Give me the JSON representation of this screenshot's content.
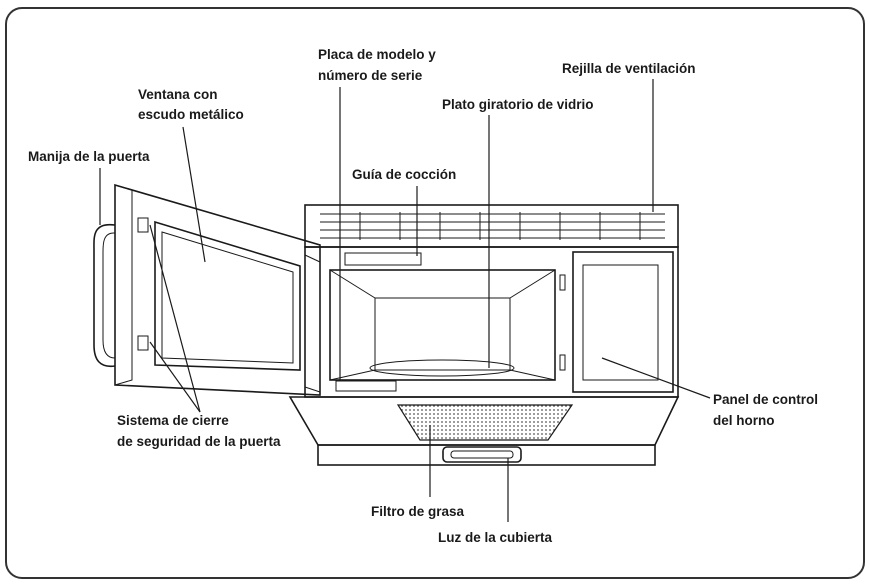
{
  "labels": {
    "model_plate_1": "Placa de modelo y",
    "model_plate_2": "número de serie",
    "vent_grille": "Rejilla de ventilación",
    "window_1": "Ventana con",
    "window_2": "escudo metálico",
    "turntable": "Plato giratorio de vidrio",
    "door_handle": "Manija de la puerta",
    "cooking_guide": "Guía de cocción",
    "control_panel_1": "Panel de control",
    "control_panel_2": "del horno",
    "interlock_1": "Sistema de cierre",
    "interlock_2": "de seguridad de la puerta",
    "grease_filter": "Filtro de grasa",
    "cooktop_light": "Luz de la cubierta"
  }
}
